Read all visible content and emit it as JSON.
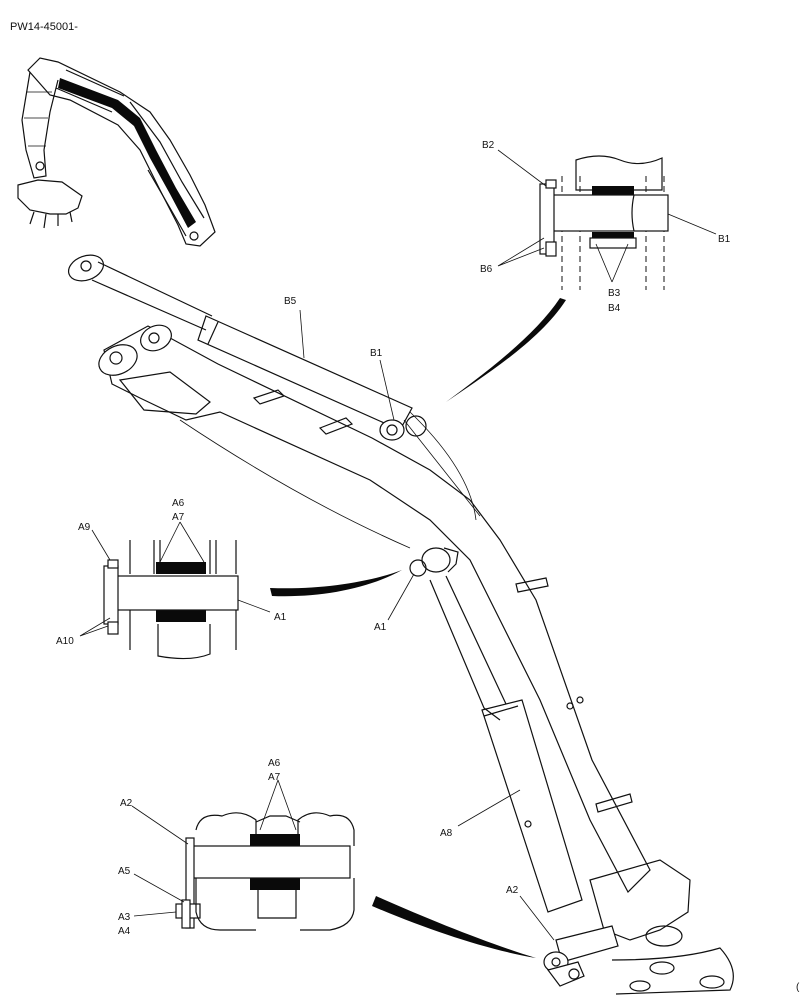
{
  "drawing_number": "PW14-45001-",
  "corner_mark": "(",
  "callouts": {
    "B1_detail": "B1",
    "B2": "B2",
    "B6": "B6",
    "B3": "B3",
    "B4": "B4",
    "B5": "B5",
    "B1_main": "B1",
    "A6_mid": "A6",
    "A7_mid": "A7",
    "A9": "A9",
    "A1_detail": "A1",
    "A10": "A10",
    "A1_main": "A1",
    "A8": "A8",
    "A6_low": "A6",
    "A7_low": "A7",
    "A2_detail": "A2",
    "A5": "A5",
    "A3": "A3",
    "A4": "A4",
    "A2_main": "A2"
  }
}
